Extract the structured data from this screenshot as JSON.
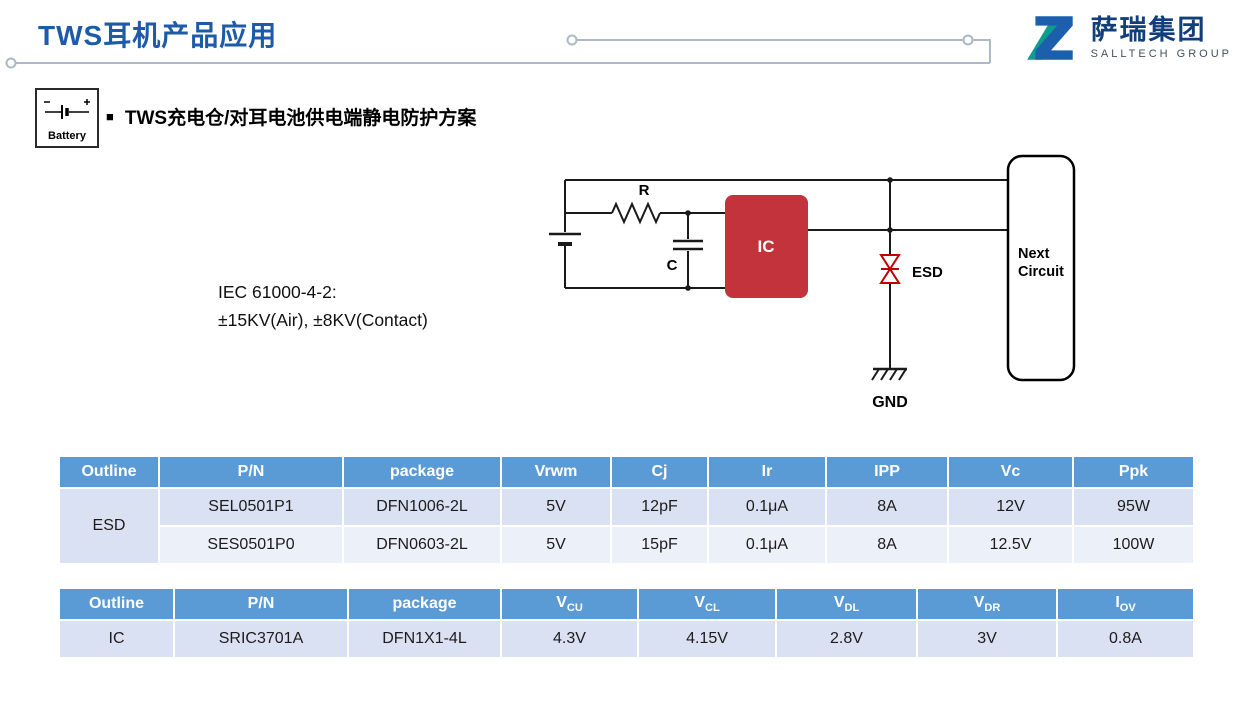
{
  "page_title": "TWS耳机产品应用",
  "logo": {
    "cn": "萨瑞集团",
    "en": "SALLTECH GROUP"
  },
  "battery_badge": {
    "label": "Battery"
  },
  "section": {
    "bullet": "■",
    "heading": "TWS充电仓/对耳电池供电端静电防护方案"
  },
  "iec": {
    "line1": "IEC 61000-4-2:",
    "line2": "±15KV(Air), ±8KV(Contact)"
  },
  "circuit": {
    "r_label": "R",
    "c_label": "C",
    "ic_label": "IC",
    "esd_label": "ESD",
    "gnd_label": "GND",
    "next_line1": "Next",
    "next_line2": "Circuit",
    "ic_fill": "#C2333C",
    "esd_color": "#C00000"
  },
  "esd_table": {
    "headers": [
      "Outline",
      "P/N",
      "package",
      "Vrwm",
      "Cj",
      "Ir",
      "IPP",
      "Vc",
      "Ppk"
    ],
    "outline_label": "ESD",
    "rows": [
      [
        "SEL0501P1",
        "DFN1006-2L",
        "5V",
        "12pF",
        "0.1μA",
        "8A",
        "12V",
        "95W"
      ],
      [
        "SES0501P0",
        "DFN0603-2L",
        "5V",
        "15pF",
        "0.1μA",
        "8A",
        "12.5V",
        "100W"
      ]
    ]
  },
  "ic_table": {
    "headers": [
      "Outline",
      "P/N",
      "package"
    ],
    "headers_sub": [
      {
        "base": "V",
        "sub": "CU"
      },
      {
        "base": "V",
        "sub": "CL"
      },
      {
        "base": "V",
        "sub": "DL"
      },
      {
        "base": "V",
        "sub": "DR"
      },
      {
        "base": "I",
        "sub": "OV"
      }
    ],
    "row": [
      "IC",
      "SRIC3701A",
      "DFN1X1-4L",
      "4.3V",
      "4.15V",
      "2.8V",
      "3V",
      "0.8A"
    ]
  },
  "colors": {
    "title_blue": "#1E5AA8",
    "table_header_blue": "#5B9BD5",
    "row_dark": "#D9E1F2",
    "row_light": "#ECF0F8"
  }
}
